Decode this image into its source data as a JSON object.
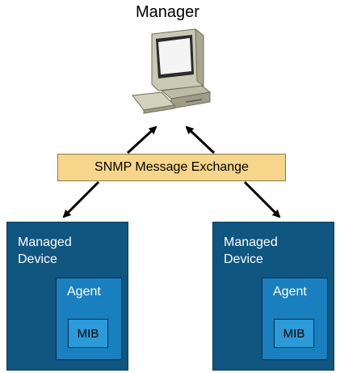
{
  "manager": {
    "title": "Manager"
  },
  "exchange": {
    "label": "SNMP Message Exchange"
  },
  "devices": [
    {
      "label": "Managed\nDevice",
      "agent": "Agent",
      "mib": "MIB"
    },
    {
      "label": "Managed\nDevice",
      "agent": "Agent",
      "mib": "MIB"
    }
  ],
  "colors": {
    "exchange_fill": "#f7d58a",
    "device_fill": "#0f5680",
    "agent_fill": "#1a7fbf",
    "mib_fill": "#2a9ad8"
  },
  "icons": [
    "computer-icon"
  ]
}
